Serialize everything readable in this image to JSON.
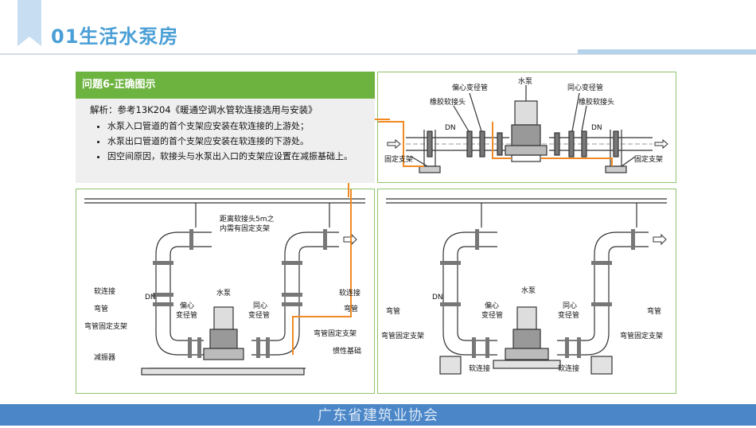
{
  "header": {
    "title": "01生活水泵房"
  },
  "note": {
    "heading": "问题6-正确图示",
    "analysis": "解析：参考13K204《暖通空调水管软连接选用与安装》",
    "bullets": [
      "水泵入口管道的首个支架应安装在软连接的上游处；",
      "水泵出口管道的首个支架应安装在软连接的下游处。",
      "因空间原因，软接头与水泵出入口的支架应设置在减振基础上。"
    ]
  },
  "diagram_top": {
    "pump": "水泵",
    "eccentric": "偏心变径管",
    "concentric": "同心变径管",
    "rubber_left": "橡胶软接头",
    "rubber_right": "橡胶软接头",
    "dn_left": "DN",
    "dn_right": "DN",
    "fixed_left": "固定支架",
    "fixed_right": "固定支架"
  },
  "diagram_left": {
    "note1": "距离软接头5m之",
    "note2": "内需有固定支架",
    "soft_left": "软连接",
    "elbow_left": "弯管",
    "elbow_fixed_left": "弯管固定支架",
    "damper": "减振器",
    "dn": "DN",
    "eccentric1": "偏心",
    "eccentric2": "变径管",
    "pump": "水泵",
    "concentric1": "同心",
    "concentric2": "变径管",
    "soft_right": "软连接",
    "elbow_right": "弯管",
    "elbow_fixed_right": "弯管固定支架",
    "inertia": "惯性基础"
  },
  "diagram_right": {
    "pump": "水泵",
    "eccentric1": "偏心",
    "eccentric2": "变径管",
    "concentric1": "同心",
    "concentric2": "变径管",
    "elbow_left": "弯管",
    "elbow_fixed_left": "弯管固定支架",
    "elbow_right": "弯管",
    "elbow_fixed_right": "弯管固定支架",
    "soft_left": "软连接",
    "soft_right": "软连接",
    "dn": "DN"
  },
  "footer": {
    "text": "广东省建筑业协会"
  },
  "colors": {
    "accent": "#4a9fd6",
    "green": "#6db33f",
    "orange": "#f08a24",
    "footer": "#4a86c8"
  }
}
